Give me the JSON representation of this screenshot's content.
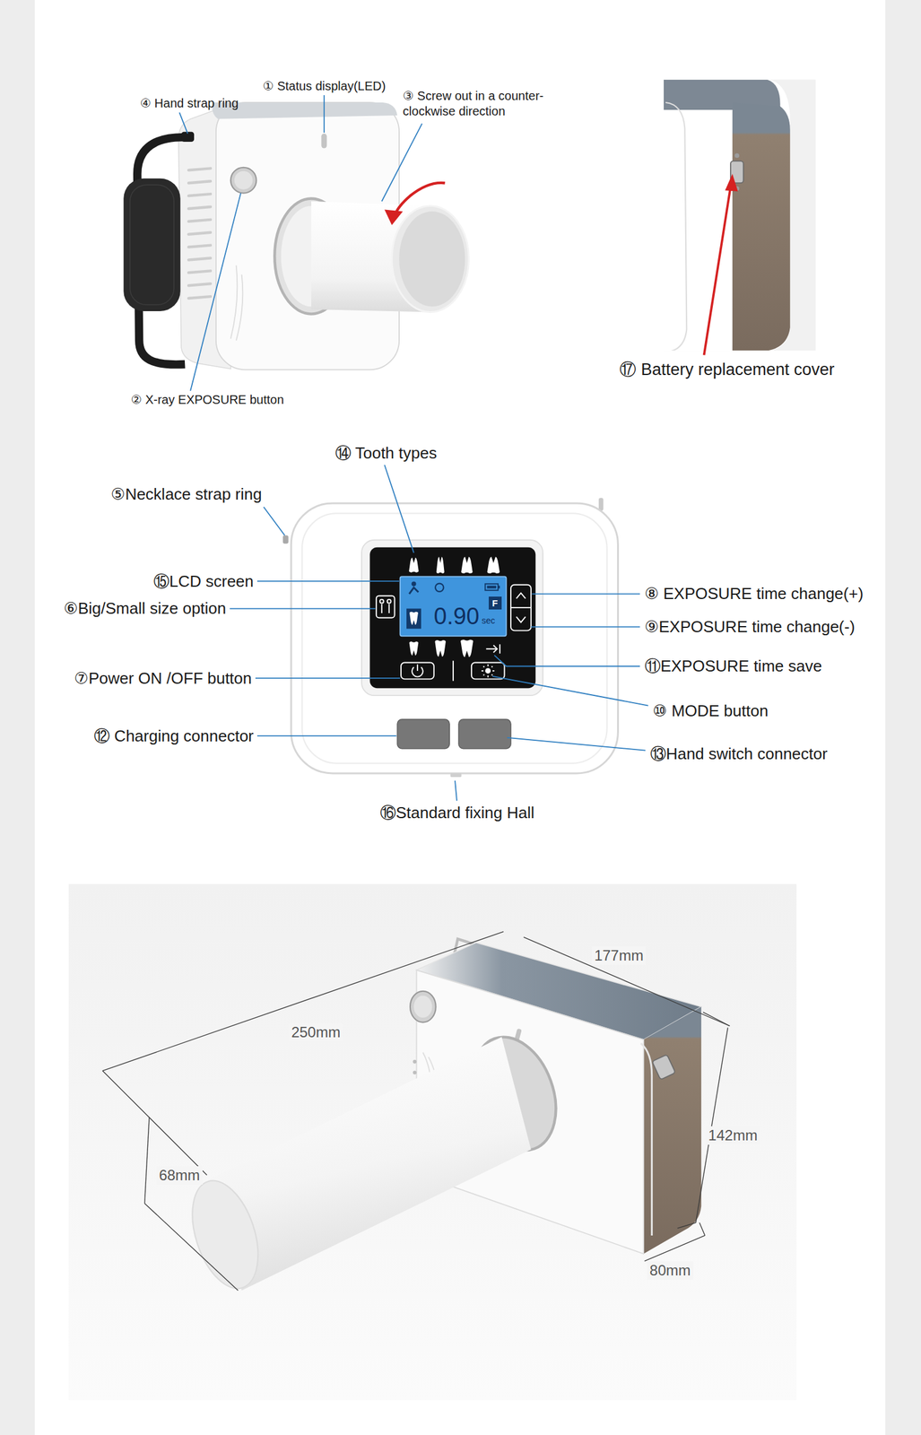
{
  "diagram": {
    "nodes": [
      {
        "text": [
          "0.90",
          "sec"
        ]
      },
      {
        "text": [
          "F"
        ],
        "in": 0
      }
    ],
    "labels": [
      "① Status display(LED)",
      "④ Hand strap ring",
      "③ Screw out in a counter-clockwise direction",
      "② X-ray EXPOSURE button",
      "⑰ Battery replacement cover",
      "⑭ Tooth types",
      "⑤Necklace strap ring",
      "⑮LCD screen",
      "⑥Big/Small size option",
      "⑦Power ON /OFF button",
      "⑫ Charging connector",
      "⑧ EXPOSURE time change(+)",
      "⑨EXPOSURE time change(-)",
      "⑪EXPOSURE time save",
      "⑩ MODE button",
      "⑬Hand switch connector",
      "⑯Standard fixing Hall",
      "250mm",
      "177mm",
      "142mm",
      "68mm",
      "80mm"
    ]
  }
}
